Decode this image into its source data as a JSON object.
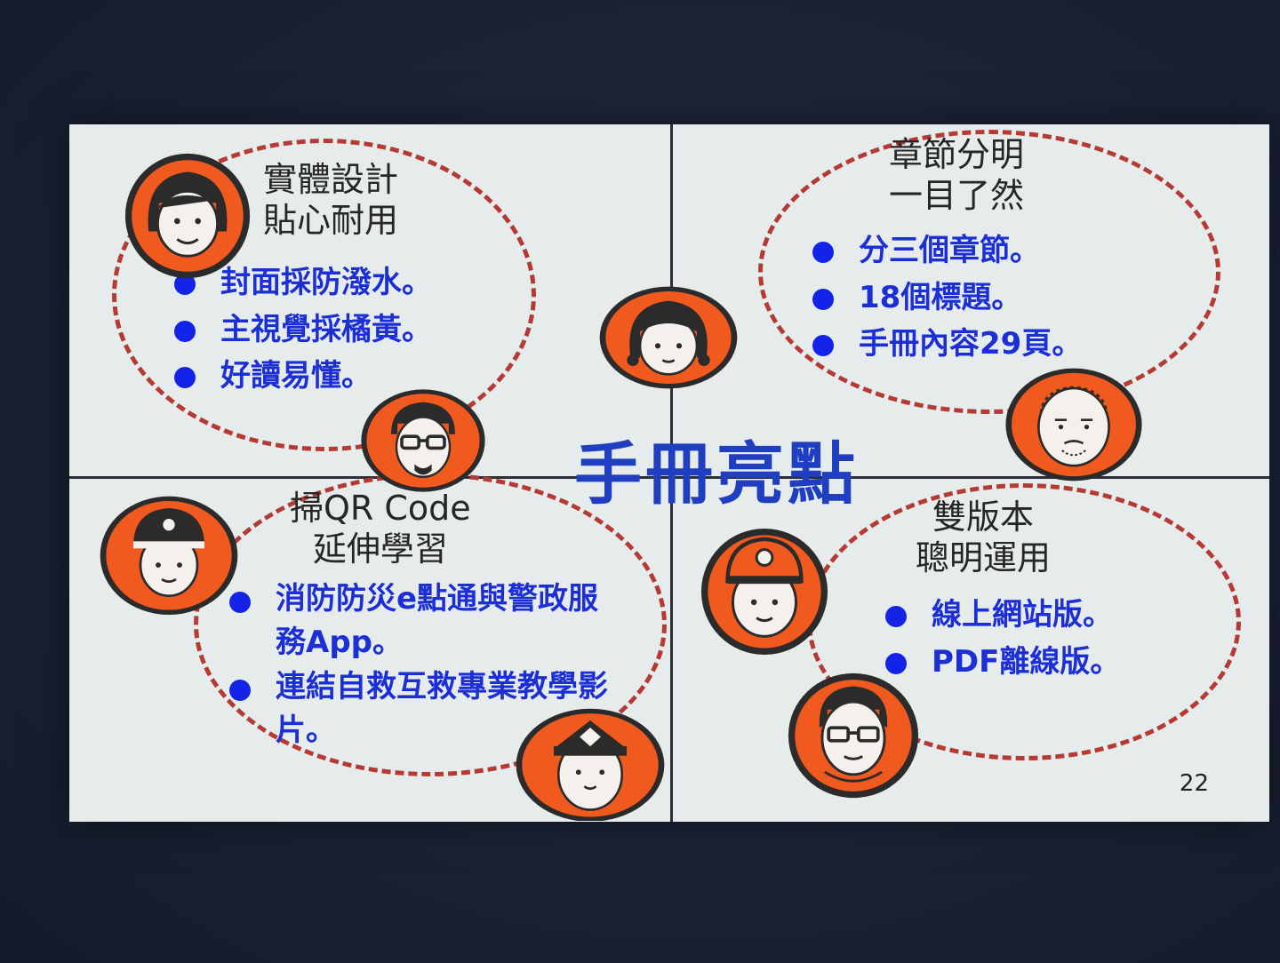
{
  "slide": {
    "center_title": "手冊亮點",
    "page_number": "22",
    "panels": [
      {
        "title_line1": "實體設計",
        "title_line2": "貼心耐用",
        "bullets": [
          "封面採防潑水。",
          "主視覺採橘黃。",
          "好讀易懂。"
        ]
      },
      {
        "title_line1": "章節分明",
        "title_line2": "一目了然",
        "bullets": [
          "分三個章節。",
          "18個標題。",
          "手冊內容29頁。"
        ]
      },
      {
        "title_line1": "掃QR Code",
        "title_line2": "延伸學習",
        "bullets": [
          "消防防災e點通與警政服務App。",
          "連結自救互救專業教學影片。"
        ]
      },
      {
        "title_line1": "雙版本",
        "title_line2": "聰明運用",
        "bullets": [
          "線上網站版。",
          "PDF離線版。"
        ]
      }
    ]
  },
  "colors": {
    "accent_orange": "#f05a1e",
    "dashed_red": "#b53a34",
    "bullet_blue": "#1c2fd6",
    "title_blue": "#1f3fc0"
  },
  "icons": [
    "woman-avatar-icon",
    "girl-avatar-icon",
    "glasses-man-avatar-icon",
    "elderly-man-avatar-icon",
    "police-avatar-icon",
    "officer-cap-avatar-icon",
    "firefighter-avatar-icon",
    "man-with-glasses-avatar-icon"
  ]
}
